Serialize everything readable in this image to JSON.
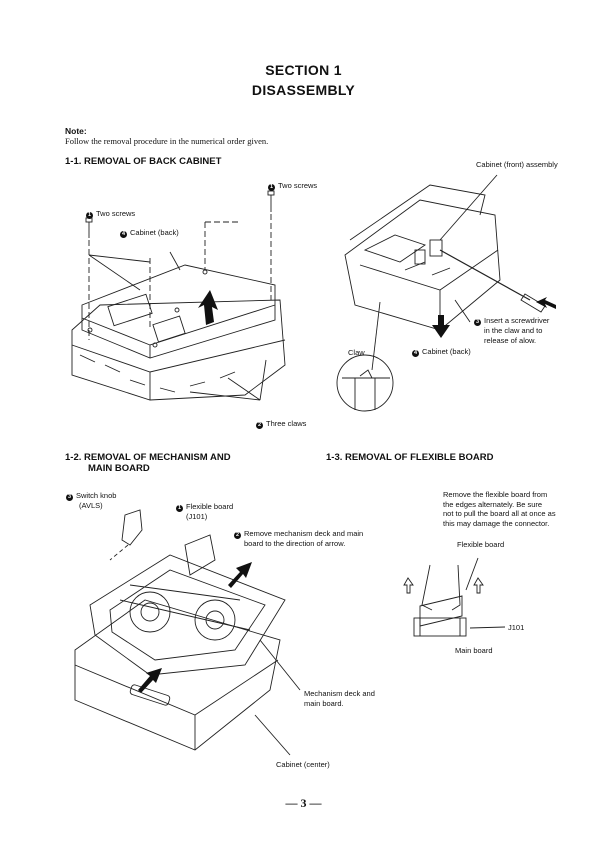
{
  "header": {
    "section": "SECTION 1",
    "title": "DISASSEMBLY"
  },
  "note": {
    "heading": "Note:",
    "text": "Follow the removal procedure in the numerical order given."
  },
  "sec11": {
    "title": "1-1.  REMOVAL OF BACK CABINET",
    "two_screws_right": "Two screws",
    "two_screws_left": "Two screws",
    "cabinet_back": "Cabinet (back)",
    "three_claws": "Three claws",
    "cabinet_front": "Cabinet (front) assembly",
    "insert_l1": "Insert a screwdriver",
    "insert_l2": "in the claw and to",
    "insert_l3": "release of alow.",
    "claw": "Claw",
    "cabinet_back2": "Cabinet (back)",
    "n1": "1",
    "n2": "2",
    "n3": "3",
    "n4": "4"
  },
  "sec12": {
    "title_l1": "1-2.  REMOVAL OF MECHANISM AND",
    "title_l2": "MAIN BOARD",
    "switch_knob_l1": "Switch knob",
    "switch_knob_l2": "(AVLS)",
    "flex_l1": "Flexible board",
    "flex_l2": "(J101)",
    "remove_l1": "Remove mechanism deck and main",
    "remove_l2": "board to the direction of arrow.",
    "mech_l1": "Mechanism deck and",
    "mech_l2": "main board.",
    "cabinet_center": "Cabinet (center)",
    "n1": "1",
    "n2": "2",
    "n3": "3"
  },
  "sec13": {
    "title": "1-3.  REMOVAL OF FLEXIBLE BOARD",
    "p_l1": "Remove the flexible board from",
    "p_l2": "the edges alternately. Be sure",
    "p_l3": "not to pull the board all at once as",
    "p_l4": "this may damage the connector.",
    "flex": "Flexible board",
    "j101": "J101",
    "main_board": "Main board"
  },
  "footer": {
    "page": "— 3 —"
  }
}
